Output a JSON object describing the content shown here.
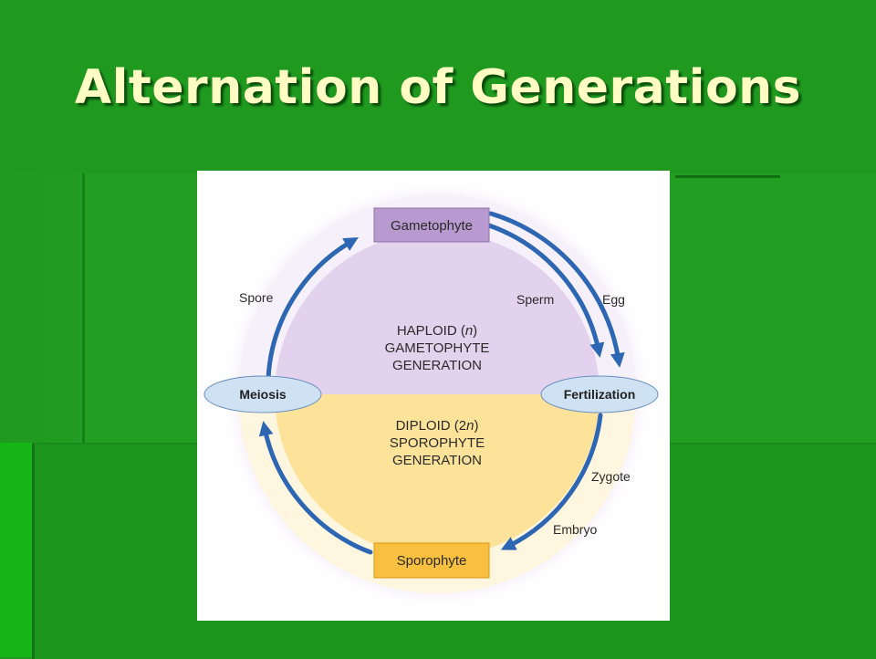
{
  "slide": {
    "title": "Alternation of Generations"
  },
  "diagram": {
    "gametophyte_box": "Gametophyte",
    "sporophyte_box": "Sporophyte",
    "meiosis_label": "Meiosis",
    "fertilization_label": "Fertilization",
    "spore_label": "Spore",
    "sperm_label": "Sperm",
    "egg_label": "Egg",
    "zygote_label": "Zygote",
    "embryo_label": "Embryo",
    "haploid_line1_a": "HAPLOID (",
    "haploid_line1_n": "n",
    "haploid_line1_b": ")",
    "haploid_line2": "GAMETOPHYTE",
    "haploid_line3": "GENERATION",
    "diploid_line1_a": "DIPLOID (2",
    "diploid_line1_n": "n",
    "diploid_line1_b": ")",
    "diploid_line2": "SPOROPHYTE",
    "diploid_line3": "GENERATION",
    "colors": {
      "haploid": "#e3d2ee",
      "diploid": "#fde39a",
      "arrow": "#2d67b3",
      "gametophyte_box": "#b99ad0",
      "sporophyte_box": "#f9c03f",
      "oval": "#cfe2f3"
    }
  }
}
